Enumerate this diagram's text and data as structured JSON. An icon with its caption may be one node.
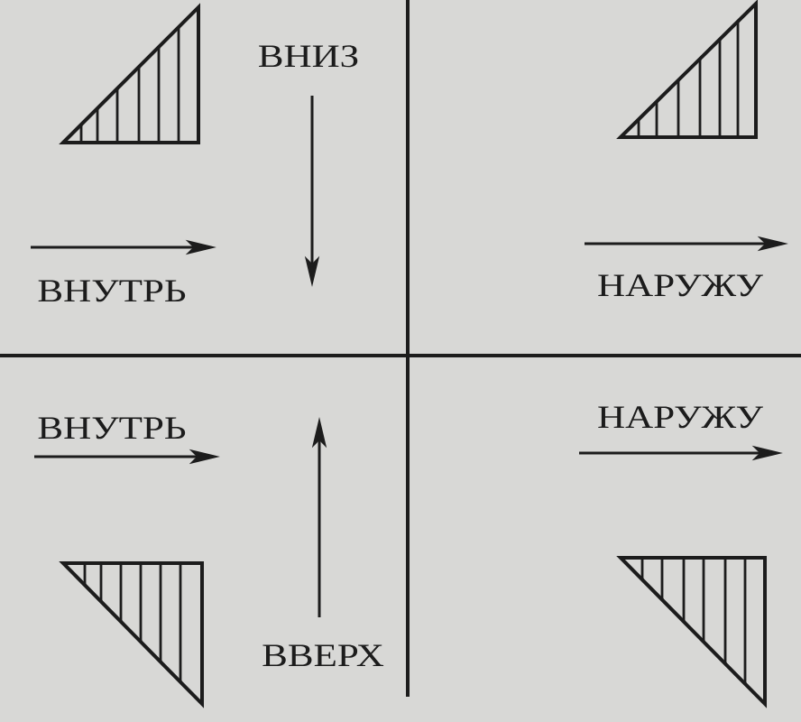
{
  "diagram": {
    "labels": [
      "ВНИЗ",
      "ВНУТРЬ",
      "НАРУЖУ",
      "ВНУТРЬ",
      "НАРУЖУ",
      "ВВЕРХ"
    ]
  }
}
